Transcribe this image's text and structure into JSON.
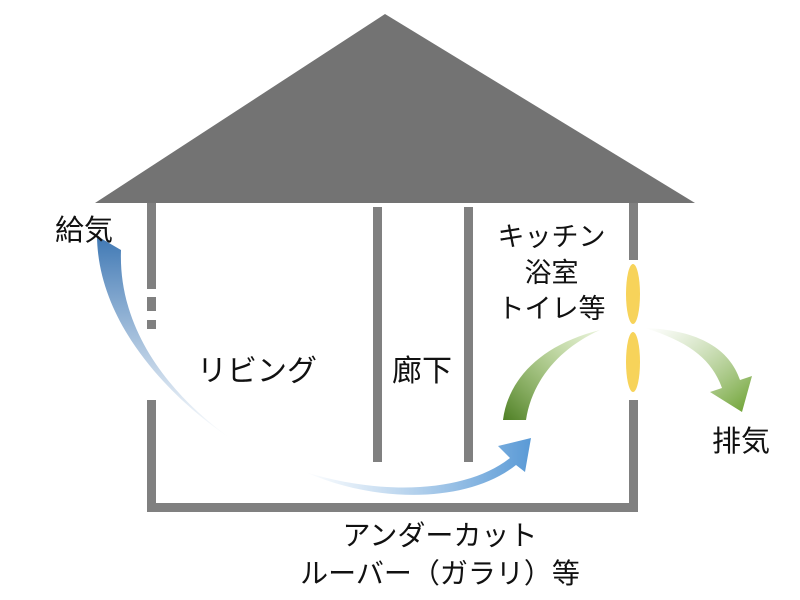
{
  "labels": {
    "supply": "給気",
    "exhaust": "排気",
    "living": "リビング",
    "hallway": "廊下",
    "wet_rooms": [
      "キッチン",
      "浴室",
      "トイレ等"
    ],
    "undercut": [
      "アンダーカット",
      "ルーバー（ガラリ）等"
    ]
  },
  "colors": {
    "roof": "#737373",
    "walls": "#808080",
    "supply_arrow": "#4a86c5",
    "exhaust_arrow": "#6aa02e",
    "fan": "#f7d35a"
  },
  "icons": {
    "fan": "exhaust-fan-icon"
  }
}
